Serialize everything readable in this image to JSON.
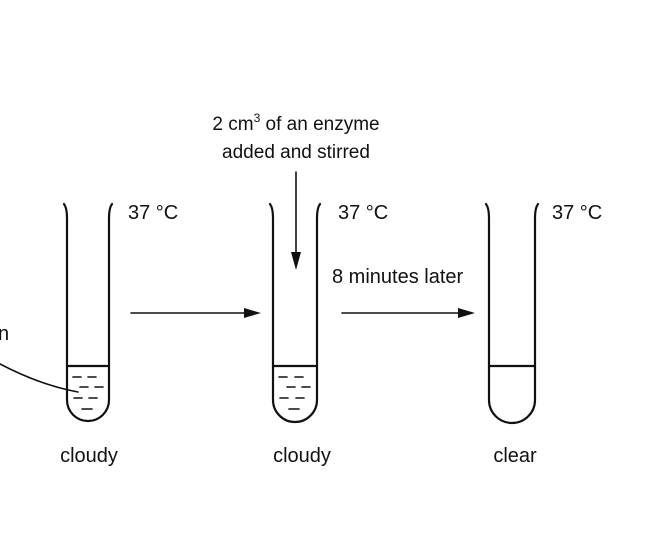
{
  "enzyme_note": {
    "line1_prefix": "2 cm",
    "line1_sup": "3",
    "line1_suffix": " of an enzyme",
    "line2": "added and stirred"
  },
  "time_note": "8 minutes later",
  "partial_label": "n",
  "tubes": [
    {
      "temperature": "37 °C",
      "state": "cloudy"
    },
    {
      "temperature": "37 °C",
      "state": "cloudy"
    },
    {
      "temperature": "37 °C",
      "state": "clear"
    }
  ]
}
